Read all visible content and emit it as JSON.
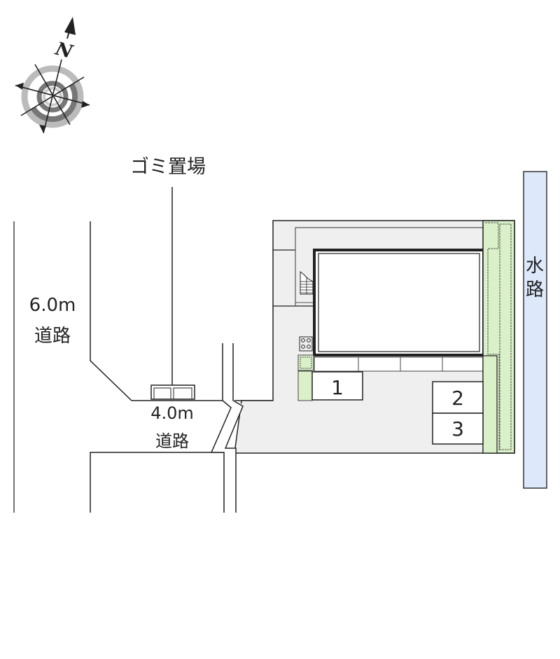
{
  "map": {
    "labels": {
      "garbage": "ゴミ置場",
      "road_west_width": "6.0m",
      "road_west_name": "道路",
      "road_south_width": "4.0m",
      "road_south_name": "道路",
      "waterway_1": "水",
      "waterway_2": "路"
    },
    "compass": {
      "north_label": "N"
    },
    "parking_spaces": [
      "1",
      "2",
      "3"
    ],
    "colors": {
      "lot": "#efefef",
      "greenery": "#d9f0c8",
      "waterway": "#dde9fb",
      "lines": "#222222",
      "compass_light": "#bbbbbb",
      "compass_dark": "#777777"
    }
  }
}
